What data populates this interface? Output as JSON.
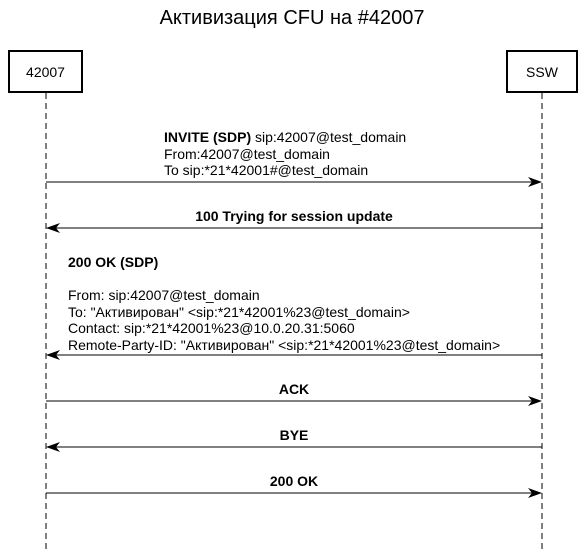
{
  "title": "Активизация CFU на #42007",
  "participants": {
    "left": "42007",
    "right": "SSW"
  },
  "messages": {
    "invite": {
      "line1_bold": "INVITE (SDP)",
      "line1_rest": " sip:42007@test_domain",
      "line2": "From:42007@test_domain",
      "line3": "To sip:*21*42001#@test_domain"
    },
    "trying": "100 Trying for session update",
    "ok_sdp": {
      "head": "200 OK (SDP)",
      "line1": "From: sip:42007@test_domain",
      "line2": "To: \"Активирован\" <sip:*21*42001%23@test_domain>",
      "line3": "Contact: sip:*21*42001%23@10.0.20.31:5060",
      "line4": "Remote-Party-ID: \"Активирован\" <sip:*21*42001%23@test_domain>"
    },
    "ack": "ACK",
    "bye": "BYE",
    "ok_final": "200 OK"
  }
}
